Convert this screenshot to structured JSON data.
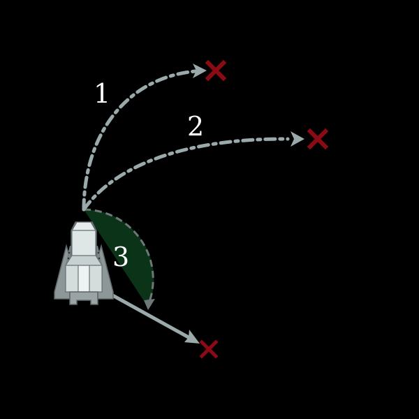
{
  "colors": {
    "background": "#000000",
    "path": "#9aa9a9",
    "target": "#8b0a14",
    "sector_fill": "#0b3318",
    "ship_light": "#dfe6e6",
    "ship_mid": "#b3bebe",
    "ship_dark": "#6f7a7a"
  },
  "labels": {
    "path1": "1",
    "path2": "2",
    "path3": "3"
  },
  "icons": {
    "ship": "spaceship-icon",
    "target": "x-mark-icon",
    "arrow": "arrowhead-icon"
  }
}
